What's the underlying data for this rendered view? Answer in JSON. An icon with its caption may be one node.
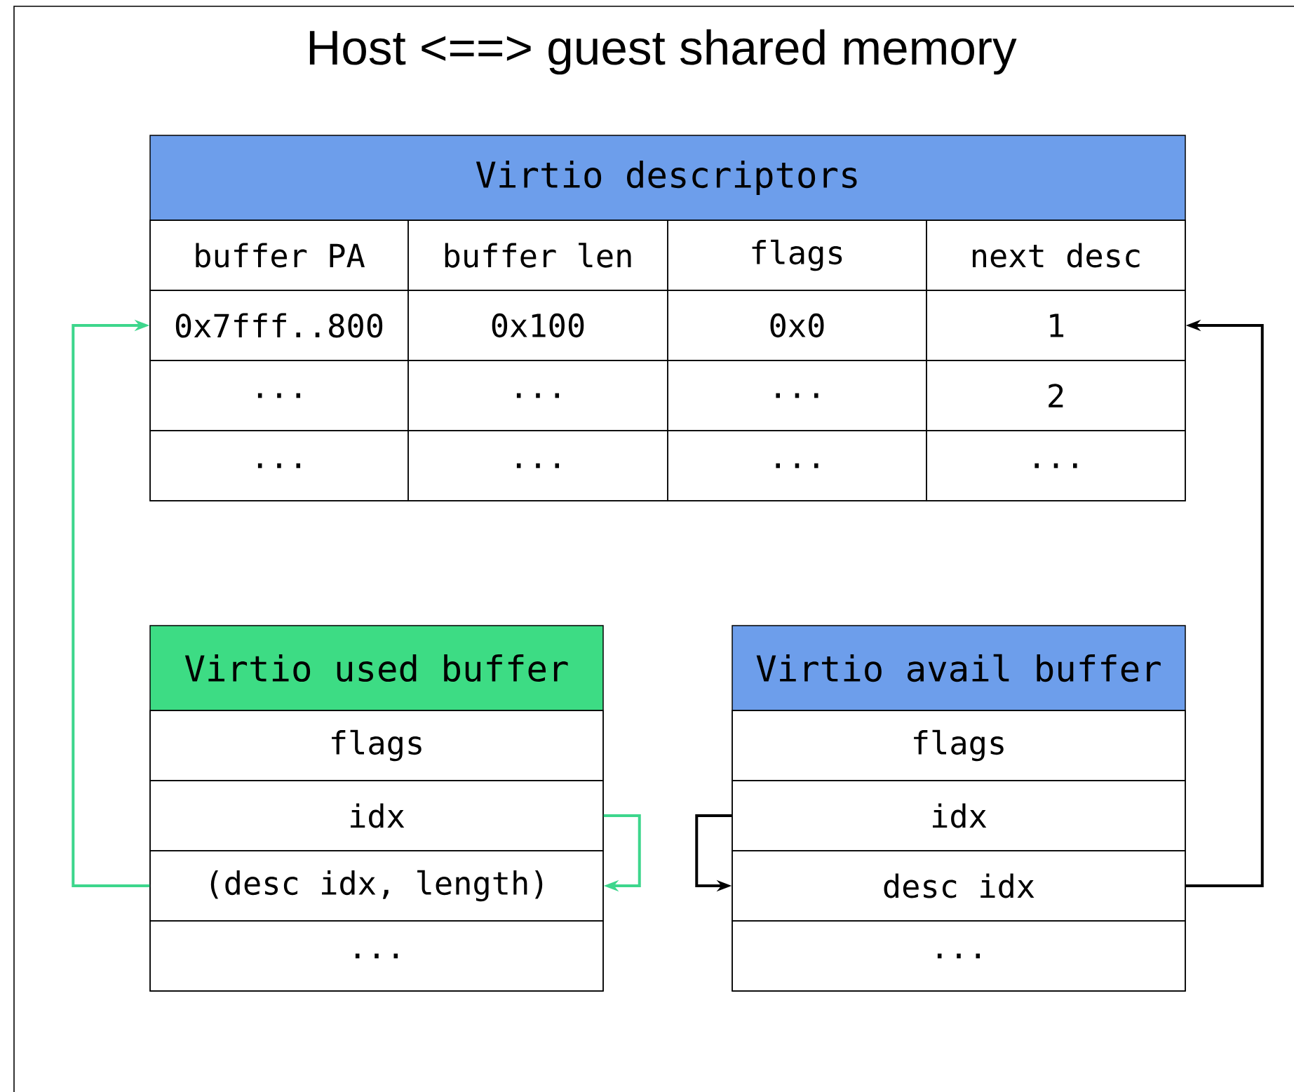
{
  "diagram": {
    "title": "Host <==> guest shared memory",
    "nodes": [
      {
        "text": [
          "Virtio descriptors"
        ]
      },
      {
        "text": [
          "buffer PA"
        ],
        "in": 0
      },
      {
        "text": [
          "buffer len"
        ],
        "in": 0
      },
      {
        "text": [
          "flags"
        ],
        "in": 0
      },
      {
        "text": [
          "next desc"
        ],
        "in": 0
      },
      {
        "text": [
          "0x7fff..800"
        ],
        "in": 0
      },
      {
        "text": [
          "0x100"
        ],
        "in": 0
      },
      {
        "text": [
          "0x0"
        ],
        "in": 0
      },
      {
        "text": [
          "1"
        ],
        "in": 0
      },
      {
        "text": [
          "..."
        ],
        "in": 0
      },
      {
        "text": [
          "..."
        ],
        "in": 0
      },
      {
        "text": [
          "..."
        ],
        "in": 0
      },
      {
        "text": [
          "2"
        ],
        "in": 0
      },
      {
        "text": [
          "..."
        ],
        "in": 0
      },
      {
        "text": [
          "..."
        ],
        "in": 0
      },
      {
        "text": [
          "..."
        ],
        "in": 0
      },
      {
        "text": [
          "..."
        ],
        "in": 0
      },
      {
        "text": [
          "Virtio used buffer"
        ]
      },
      {
        "text": [
          "flags"
        ],
        "in": 17
      },
      {
        "text": [
          "idx"
        ],
        "in": 17
      },
      {
        "text": [
          "(desc idx, length)"
        ],
        "in": 17
      },
      {
        "text": [
          "..."
        ],
        "in": 17
      },
      {
        "text": [
          "Virtio avail buffer"
        ]
      },
      {
        "text": [
          "flags"
        ],
        "in": 22
      },
      {
        "text": [
          "idx"
        ],
        "in": 22
      },
      {
        "text": [
          "desc idx"
        ],
        "in": 22
      },
      {
        "text": [
          "..."
        ],
        "in": 22
      }
    ],
    "edges": [
      {
        "from": 20,
        "to": 5,
        "arrow": "to",
        "color": "#3dd68c"
      },
      {
        "from": 19,
        "to": 20,
        "arrow": "to",
        "color": "#3dd68c"
      },
      {
        "from": 24,
        "to": 25,
        "arrow": "to",
        "color": "#000000"
      },
      {
        "from": 25,
        "to": 8,
        "arrow": "to",
        "color": "#000000"
      }
    ]
  }
}
